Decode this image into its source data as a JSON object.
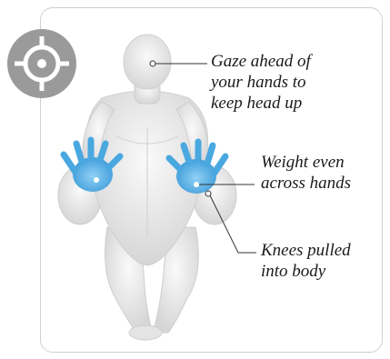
{
  "callouts": [
    {
      "id": "gaze",
      "line1": "Gaze ahead of",
      "line2": "your hands to",
      "line3": "keep head up"
    },
    {
      "id": "weight",
      "line1": "Weight even",
      "line2": "across hands"
    },
    {
      "id": "knees",
      "line1": "Knees pulled",
      "line2": "into body"
    }
  ],
  "icons": {
    "badge": "crosshair-target-icon"
  },
  "colors": {
    "badge": "#9a9a9a",
    "hands": "#4aa8e0",
    "body": "#e8e8e8",
    "leader": "#333333"
  }
}
